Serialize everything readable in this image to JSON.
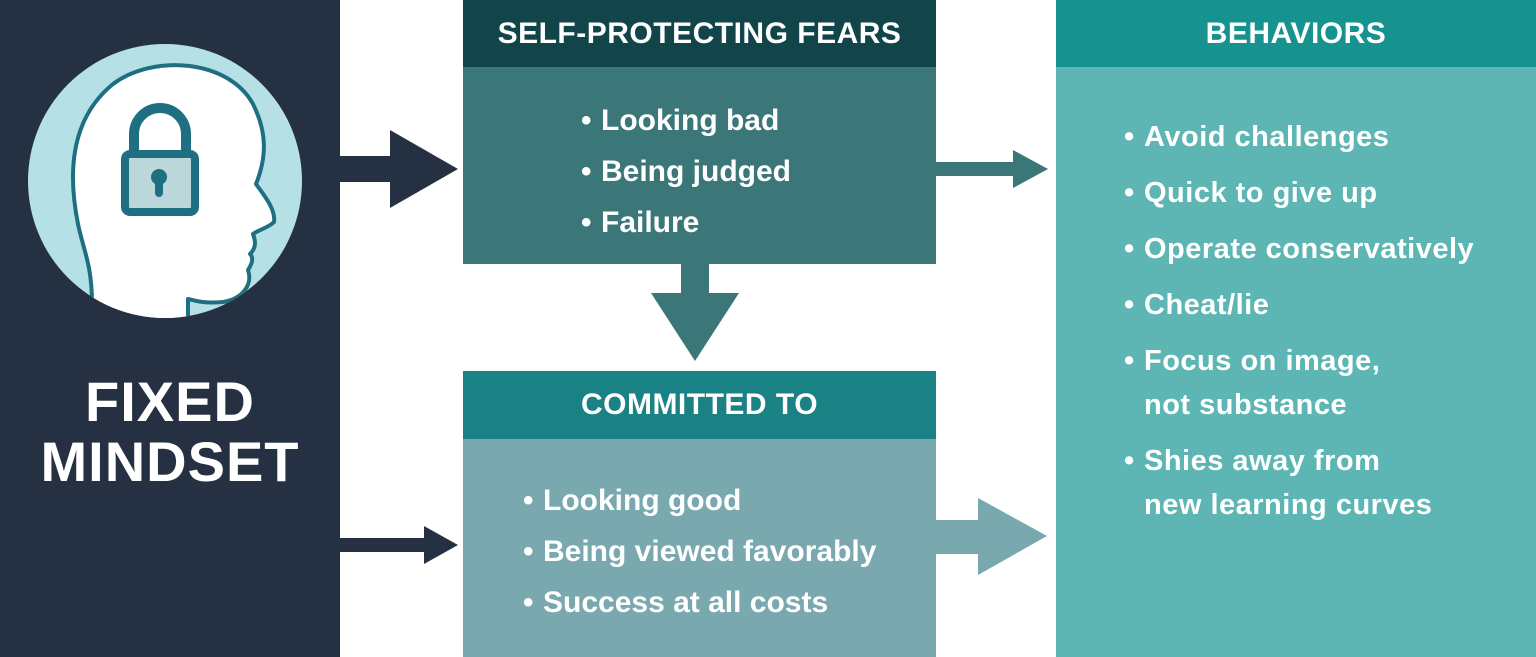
{
  "left_panel": {
    "icon": "head-with-padlock-icon",
    "title_line1": "FIXED",
    "title_line2": "MINDSET"
  },
  "fears": {
    "header": "SELF-PROTECTING FEARS",
    "items": [
      "Looking bad",
      "Being judged",
      "Failure"
    ]
  },
  "committed": {
    "header": "COMMITTED TO",
    "items": [
      "Looking good",
      "Being viewed favorably",
      "Success at all costs"
    ]
  },
  "behaviors": {
    "header": "BEHAVIORS",
    "items": [
      "Avoid challenges",
      "Quick to give up",
      "Operate conservatively",
      "Cheat/lie",
      "Focus on image,\nnot substance",
      "Shies away from\n new learning curves"
    ]
  },
  "colors": {
    "navy": "#253142",
    "fears_header": "#11454a",
    "fears_body": "#3b7778",
    "committed_header": "#1a8184",
    "committed_body": "#79a8ae",
    "behaviors_header": "#16928f",
    "behaviors_body": "#5db6b3",
    "icon_circle": "#b5e0e6",
    "icon_stroke": "#1f6f82"
  }
}
